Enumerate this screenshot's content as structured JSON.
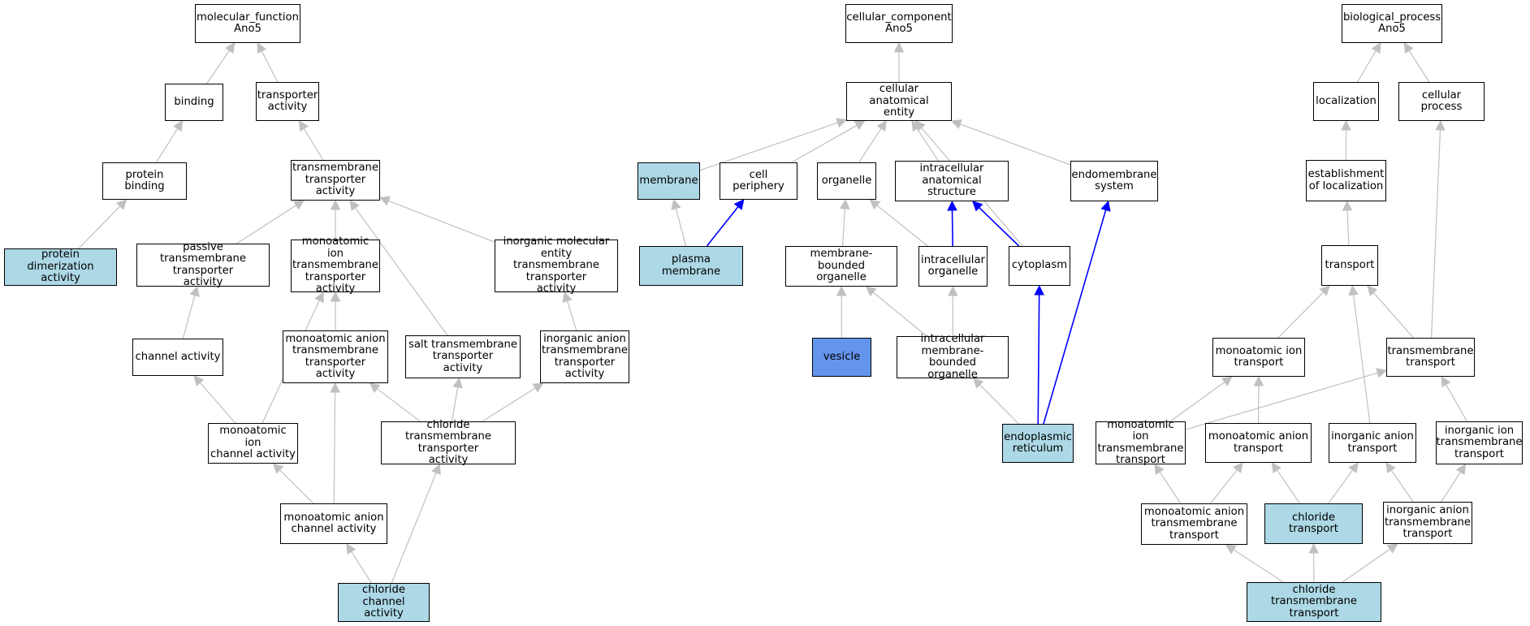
{
  "colors": {
    "edge": "#c0c0c0",
    "edge_highlight": "#0000ff",
    "node_highlight": "#add8e6",
    "node_selected": "#6495ed",
    "node_default": "#ffffff"
  },
  "nodes": {
    "mf_root": "molecular_function\nAno5",
    "binding": "binding",
    "transporter_activity": "transporter\nactivity",
    "protein_binding": "protein binding",
    "tm_transporter_activity": "transmembrane\ntransporter\nactivity",
    "protein_dimerization_activity": "protein dimerization\nactivity",
    "passive_tm_transporter_activity": "passive transmembrane\ntransporter\nactivity",
    "monoatomic_ion_tm_transporter_activity": "monoatomic ion\ntransmembrane\ntransporter\nactivity",
    "inorganic_molecular_entity_tm_transporter_activity": "inorganic molecular\nentity transmembrane\ntransporter\nactivity",
    "channel_activity": "channel activity",
    "monoatomic_anion_tm_transporter_activity": "monoatomic anion\ntransmembrane\ntransporter\nactivity",
    "salt_tm_transporter_activity": "salt transmembrane\ntransporter\nactivity",
    "inorganic_anion_tm_transporter_activity": "inorganic anion\ntransmembrane\ntransporter\nactivity",
    "monoatomic_ion_channel_activity": "monoatomic ion\nchannel activity",
    "chloride_tm_transporter_activity": "chloride transmembrane\ntransporter\nactivity",
    "monoatomic_anion_channel_activity": "monoatomic anion\nchannel activity",
    "chloride_channel_activity": "chloride channel\nactivity",
    "cc_root": "cellular_component\nAno5",
    "cellular_anatomical_entity": "cellular anatomical\nentity",
    "membrane": "membrane",
    "cell_periphery": "cell periphery",
    "organelle": "organelle",
    "intracellular_anatomical_structure": "intracellular\nanatomical structure",
    "endomembrane_system": "endomembrane\nsystem",
    "plasma_membrane": "plasma membrane",
    "membrane_bounded_organelle": "membrane-bounded\norganelle",
    "intracellular_organelle": "intracellular\norganelle",
    "cytoplasm": "cytoplasm",
    "vesicle": "vesicle",
    "intracellular_membrane_bounded_organelle": "intracellular\nmembrane-bounded\norganelle",
    "endoplasmic_reticulum": "endoplasmic\nreticulum",
    "bp_root": "biological_process\nAno5",
    "localization": "localization",
    "cellular_process": "cellular process",
    "establishment_of_localization": "establishment\nof localization",
    "transport": "transport",
    "monoatomic_ion_transport": "monoatomic ion\ntransport",
    "transmembrane_transport": "transmembrane\ntransport",
    "monoatomic_ion_tm_transport": "monoatomic ion\ntransmembrane\ntransport",
    "monoatomic_anion_transport": "monoatomic anion\ntransport",
    "inorganic_anion_transport": "inorganic anion\ntransport",
    "inorganic_ion_tm_transport": "inorganic ion\ntransmembrane\ntransport",
    "monoatomic_anion_tm_transport": "monoatomic anion\ntransmembrane\ntransport",
    "chloride_transport": "chloride transport",
    "inorganic_anion_tm_transport": "inorganic anion\ntransmembrane\ntransport",
    "chloride_tm_transport": "chloride transmembrane\ntransport"
  },
  "edges": [
    [
      "binding",
      "mf_root",
      "normal"
    ],
    [
      "transporter_activity",
      "mf_root",
      "normal"
    ],
    [
      "protein_binding",
      "binding",
      "normal"
    ],
    [
      "tm_transporter_activity",
      "transporter_activity",
      "normal"
    ],
    [
      "protein_dimerization_activity",
      "protein_binding",
      "normal"
    ],
    [
      "passive_tm_transporter_activity",
      "tm_transporter_activity",
      "normal"
    ],
    [
      "monoatomic_ion_tm_transporter_activity",
      "tm_transporter_activity",
      "normal"
    ],
    [
      "inorganic_molecular_entity_tm_transporter_activity",
      "tm_transporter_activity",
      "normal"
    ],
    [
      "salt_tm_transporter_activity",
      "tm_transporter_activity",
      "normal"
    ],
    [
      "channel_activity",
      "passive_tm_transporter_activity",
      "normal"
    ],
    [
      "monoatomic_anion_tm_transporter_activity",
      "monoatomic_ion_tm_transporter_activity",
      "normal"
    ],
    [
      "monoatomic_ion_channel_activity",
      "monoatomic_ion_tm_transporter_activity",
      "normal"
    ],
    [
      "inorganic_anion_tm_transporter_activity",
      "inorganic_molecular_entity_tm_transporter_activity",
      "normal"
    ],
    [
      "monoatomic_ion_channel_activity",
      "channel_activity",
      "normal"
    ],
    [
      "chloride_tm_transporter_activity",
      "monoatomic_anion_tm_transporter_activity",
      "normal"
    ],
    [
      "chloride_tm_transporter_activity",
      "salt_tm_transporter_activity",
      "normal"
    ],
    [
      "chloride_tm_transporter_activity",
      "inorganic_anion_tm_transporter_activity",
      "normal"
    ],
    [
      "monoatomic_anion_channel_activity",
      "monoatomic_ion_channel_activity",
      "normal"
    ],
    [
      "monoatomic_anion_channel_activity",
      "monoatomic_anion_tm_transporter_activity",
      "normal"
    ],
    [
      "chloride_channel_activity",
      "monoatomic_anion_channel_activity",
      "normal"
    ],
    [
      "chloride_channel_activity",
      "chloride_tm_transporter_activity",
      "normal"
    ],
    [
      "cellular_anatomical_entity",
      "cc_root",
      "normal"
    ],
    [
      "membrane",
      "cellular_anatomical_entity",
      "normal"
    ],
    [
      "cell_periphery",
      "cellular_anatomical_entity",
      "normal"
    ],
    [
      "organelle",
      "cellular_anatomical_entity",
      "normal"
    ],
    [
      "intracellular_anatomical_structure",
      "cellular_anatomical_entity",
      "normal"
    ],
    [
      "endomembrane_system",
      "cellular_anatomical_entity",
      "normal"
    ],
    [
      "cytoplasm",
      "cellular_anatomical_entity",
      "normal"
    ],
    [
      "plasma_membrane",
      "membrane",
      "normal"
    ],
    [
      "plasma_membrane",
      "cell_periphery",
      "highlight"
    ],
    [
      "membrane_bounded_organelle",
      "organelle",
      "normal"
    ],
    [
      "intracellular_organelle",
      "organelle",
      "normal"
    ],
    [
      "intracellular_organelle",
      "intracellular_anatomical_structure",
      "highlight"
    ],
    [
      "cytoplasm",
      "intracellular_anatomical_structure",
      "highlight"
    ],
    [
      "vesicle",
      "membrane_bounded_organelle",
      "normal"
    ],
    [
      "intracellular_membrane_bounded_organelle",
      "membrane_bounded_organelle",
      "normal"
    ],
    [
      "intracellular_membrane_bounded_organelle",
      "intracellular_organelle",
      "normal"
    ],
    [
      "endoplasmic_reticulum",
      "intracellular_membrane_bounded_organelle",
      "normal"
    ],
    [
      "endoplasmic_reticulum",
      "cytoplasm",
      "highlight"
    ],
    [
      "endoplasmic_reticulum",
      "endomembrane_system",
      "highlight"
    ],
    [
      "localization",
      "bp_root",
      "normal"
    ],
    [
      "cellular_process",
      "bp_root",
      "normal"
    ],
    [
      "establishment_of_localization",
      "localization",
      "normal"
    ],
    [
      "transport",
      "establishment_of_localization",
      "normal"
    ],
    [
      "monoatomic_ion_transport",
      "transport",
      "normal"
    ],
    [
      "transmembrane_transport",
      "transport",
      "normal"
    ],
    [
      "transmembrane_transport",
      "cellular_process",
      "normal"
    ],
    [
      "inorganic_anion_transport",
      "transport",
      "normal"
    ],
    [
      "monoatomic_ion_tm_transport",
      "monoatomic_ion_transport",
      "normal"
    ],
    [
      "monoatomic_ion_tm_transport",
      "transmembrane_transport",
      "normal"
    ],
    [
      "monoatomic_anion_transport",
      "monoatomic_ion_transport",
      "normal"
    ],
    [
      "inorganic_ion_tm_transport",
      "transmembrane_transport",
      "normal"
    ],
    [
      "monoatomic_anion_tm_transport",
      "monoatomic_ion_tm_transport",
      "normal"
    ],
    [
      "monoatomic_anion_tm_transport",
      "monoatomic_anion_transport",
      "normal"
    ],
    [
      "chloride_transport",
      "monoatomic_anion_transport",
      "normal"
    ],
    [
      "chloride_transport",
      "inorganic_anion_transport",
      "normal"
    ],
    [
      "inorganic_anion_tm_transport",
      "inorganic_anion_transport",
      "normal"
    ],
    [
      "inorganic_anion_tm_transport",
      "inorganic_ion_tm_transport",
      "normal"
    ],
    [
      "chloride_tm_transport",
      "monoatomic_anion_tm_transport",
      "normal"
    ],
    [
      "chloride_tm_transport",
      "chloride_transport",
      "normal"
    ],
    [
      "chloride_tm_transport",
      "inorganic_anion_tm_transport",
      "normal"
    ]
  ]
}
